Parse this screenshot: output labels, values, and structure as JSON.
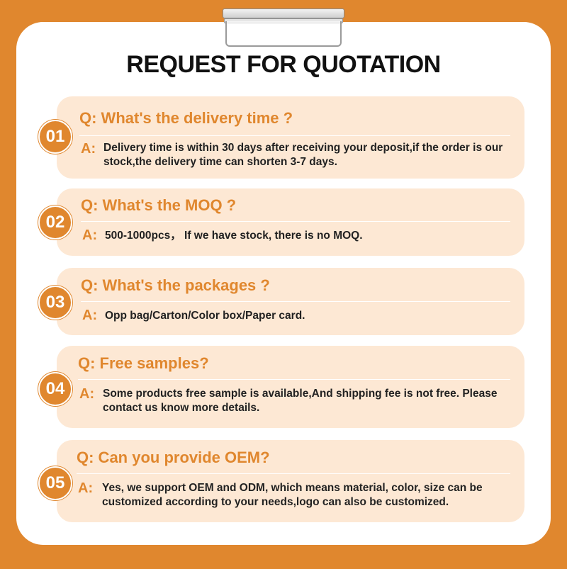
{
  "title": "REQUEST FOR QUOTATION",
  "colors": {
    "accent": "#E0872E",
    "card": "#FDE8D4",
    "background": "#E0872E"
  },
  "faq": [
    {
      "number": "01",
      "question": "Q: What's the delivery time ?",
      "a_label": "A:",
      "answer": "Delivery time is within 30 days after receiving your deposit,if the order is our stock,the delivery time can shorten 3-7 days."
    },
    {
      "number": "02",
      "question": "Q: What's the MOQ ?",
      "a_label": "A:",
      "answer": "500-1000pcs， If we have stock, there is no MOQ."
    },
    {
      "number": "03",
      "question": "Q: What's the packages ?",
      "a_label": "A:",
      "answer": "Opp bag/Carton/Color box/Paper card."
    },
    {
      "number": "04",
      "question": "Q: Free samples?",
      "a_label": "A:",
      "answer": "Some products free sample is available,And shipping fee is not free. Please contact us know more details."
    },
    {
      "number": "05",
      "question": "Q: Can you provide OEM?",
      "a_label": "A:",
      "answer": "Yes, we support OEM and ODM, which means material, color, size can be customized according to your needs,logo can also be customized."
    }
  ]
}
